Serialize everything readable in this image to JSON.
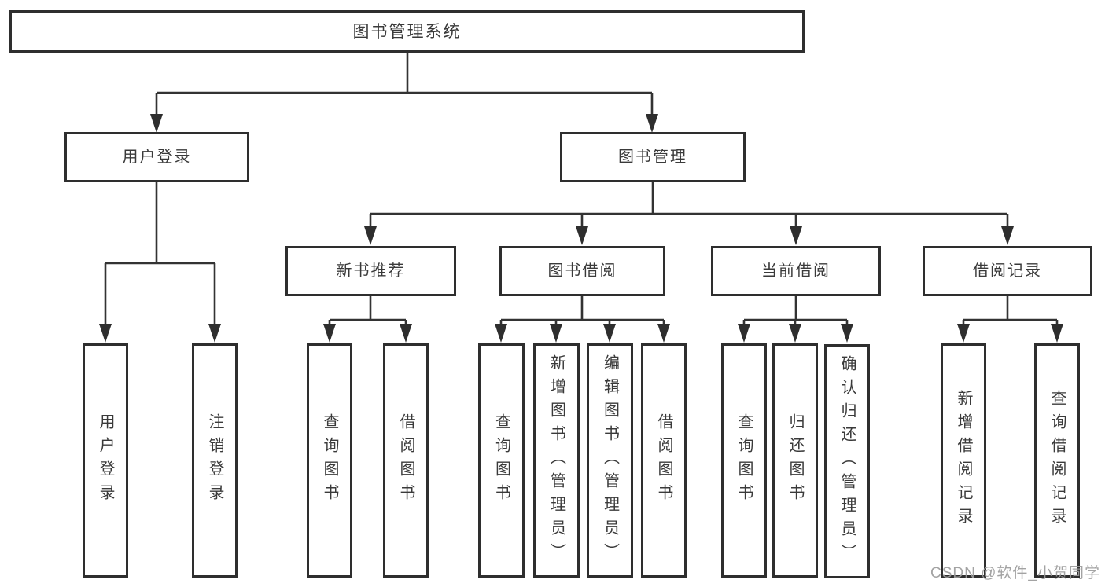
{
  "diagram": {
    "title": "图书管理系统",
    "root": {
      "label": "图书管理系统"
    },
    "level2": [
      {
        "label": "用户登录"
      },
      {
        "label": "图书管理"
      }
    ],
    "level3": [
      {
        "label": "新书推荐"
      },
      {
        "label": "图书借阅"
      },
      {
        "label": "当前借阅"
      },
      {
        "label": "借阅记录"
      }
    ],
    "leaves": [
      {
        "label": "用户登录",
        "parent": "用户登录"
      },
      {
        "label": "注销登录",
        "parent": "用户登录"
      },
      {
        "label": "查询图书",
        "parent": "新书推荐"
      },
      {
        "label": "借阅图书",
        "parent": "新书推荐"
      },
      {
        "label": "查询图书",
        "parent": "图书借阅"
      },
      {
        "label": "新增图书（管理员）",
        "parent": "图书借阅"
      },
      {
        "label": "编辑图书（管理员）",
        "parent": "图书借阅"
      },
      {
        "label": "借阅图书",
        "parent": "图书借阅"
      },
      {
        "label": "查询图书",
        "parent": "当前借阅"
      },
      {
        "label": "归还图书",
        "parent": "当前借阅"
      },
      {
        "label": "确认归还（管理员）",
        "parent": "当前借阅"
      },
      {
        "label": "新增借阅记录",
        "parent": "借阅记录"
      },
      {
        "label": "查询借阅记录",
        "parent": "借阅记录"
      }
    ],
    "colors": {
      "line": "#333333",
      "box_border": "#2e2e2e",
      "text": "#3a3a3a",
      "background": "#ffffff",
      "watermark_color": "#9b9b9b"
    },
    "watermark": "CSDN @软件_小贺同学"
  }
}
